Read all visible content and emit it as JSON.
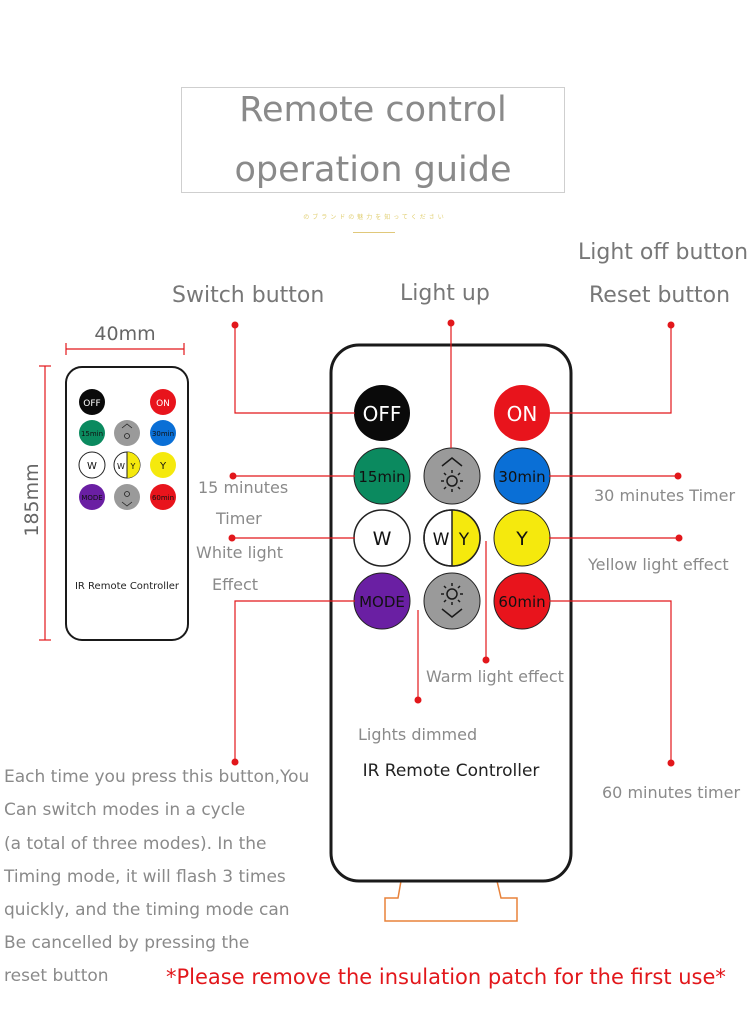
{
  "title": {
    "line1": "Remote control",
    "line2": "operation guide",
    "subtitle": "のブランドの魅力を知ってください"
  },
  "dimensions": {
    "width": "40mm",
    "height": "185mm"
  },
  "small_remote": {
    "buttons": [
      "OFF",
      "ON",
      "15min",
      "30min",
      "W",
      "W",
      "Y",
      "Y",
      "MODE",
      "60min"
    ],
    "caption": "IR Remote Controller"
  },
  "big_remote": {
    "buttons": [
      "OFF",
      "ON",
      "15min",
      "30min",
      "W",
      "W",
      "Y",
      "Y",
      "MODE",
      "60min"
    ],
    "caption": "IR Remote Controller"
  },
  "labels": {
    "light_off": "Light off button",
    "reset": "Reset button",
    "switch": "Switch button",
    "light_up": "Light up",
    "timer15_line1": "15 minutes",
    "timer15_line2": "Timer",
    "white_line1": "White light",
    "white_line2": "Effect",
    "timer30": "30 minutes Timer",
    "yellow": "Yellow light effect",
    "warm": "Warm light effect",
    "dimmed": "Lights dimmed",
    "timer60": "60 minutes timer"
  },
  "description": [
    "Each time you press this button,You",
    "Can switch modes in a cycle",
    "(a total of three modes). In the",
    "Timing mode, it will flash 3 times",
    "quickly, and the timing mode can",
    "Be cancelled by pressing the",
    "reset button"
  ],
  "warning": "*Please remove the insulation patch for the first use*",
  "colors": {
    "off": "#0a0a0a",
    "on": "#e8141c",
    "timer15": "#0b8a5f",
    "timer30": "#0a6fd6",
    "white": "#ffffff",
    "yellow": "#f5e90d",
    "mode": "#6a1fa3",
    "timer60": "#e8141c",
    "gray": "#9a9a9a",
    "leader": "#e2171b",
    "tab": "#e8823a"
  }
}
